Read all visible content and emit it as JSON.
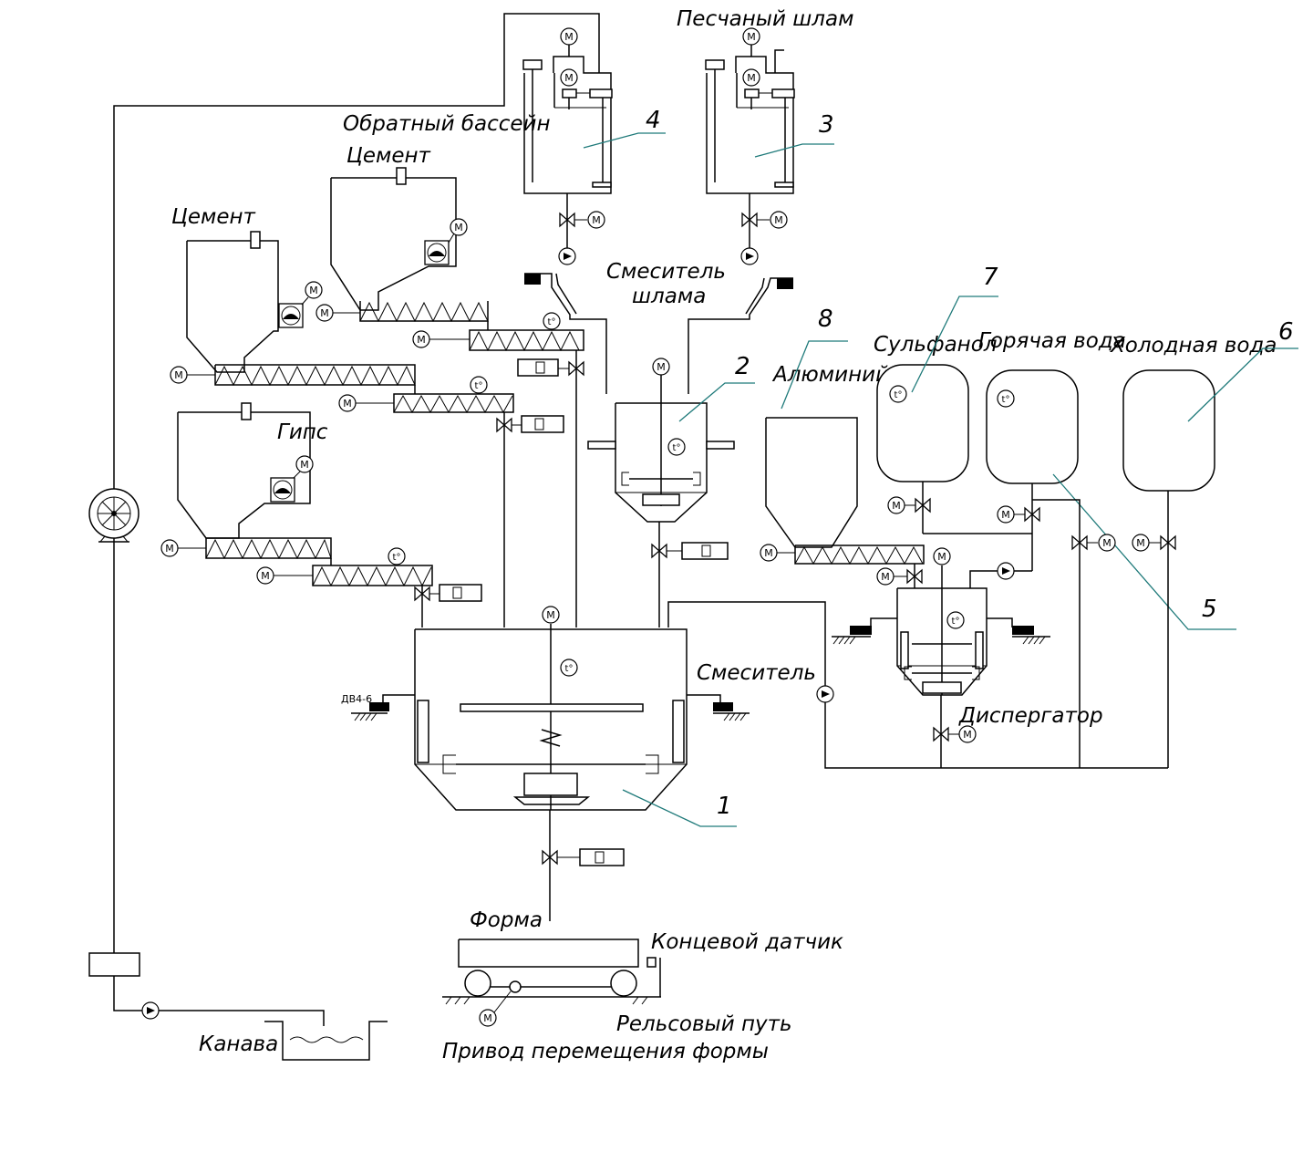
{
  "labels": {
    "sand_slurry": "Песчаный шлам",
    "return_pool": "Обратный бассейн",
    "cement_1": "Цемент",
    "cement_2": "Цемент",
    "gypsum": "Гипс",
    "slurry_mixer_1": "Смеситель",
    "slurry_mixer_2": "шлама",
    "aluminium": "Алюминий",
    "sulfanol": "Сульфанол",
    "hot_water": "Горячая вода",
    "cold_water": "Холодная вода",
    "mixer": "Смеситель",
    "disperser": "Диспергатор",
    "form": "Форма",
    "end_sensor": "Концевой датчик",
    "rail_track": "Рельсовый путь",
    "form_drive": "Привод перемещения формы",
    "ditch": "Канава",
    "dv": "ДВ4-6"
  },
  "numbers": {
    "n1": "1",
    "n2": "2",
    "n3": "3",
    "n4": "4",
    "n5": "5",
    "n6": "6",
    "n7": "7",
    "n8": "8"
  },
  "symbols": {
    "motor": "M",
    "temp": "t°"
  }
}
